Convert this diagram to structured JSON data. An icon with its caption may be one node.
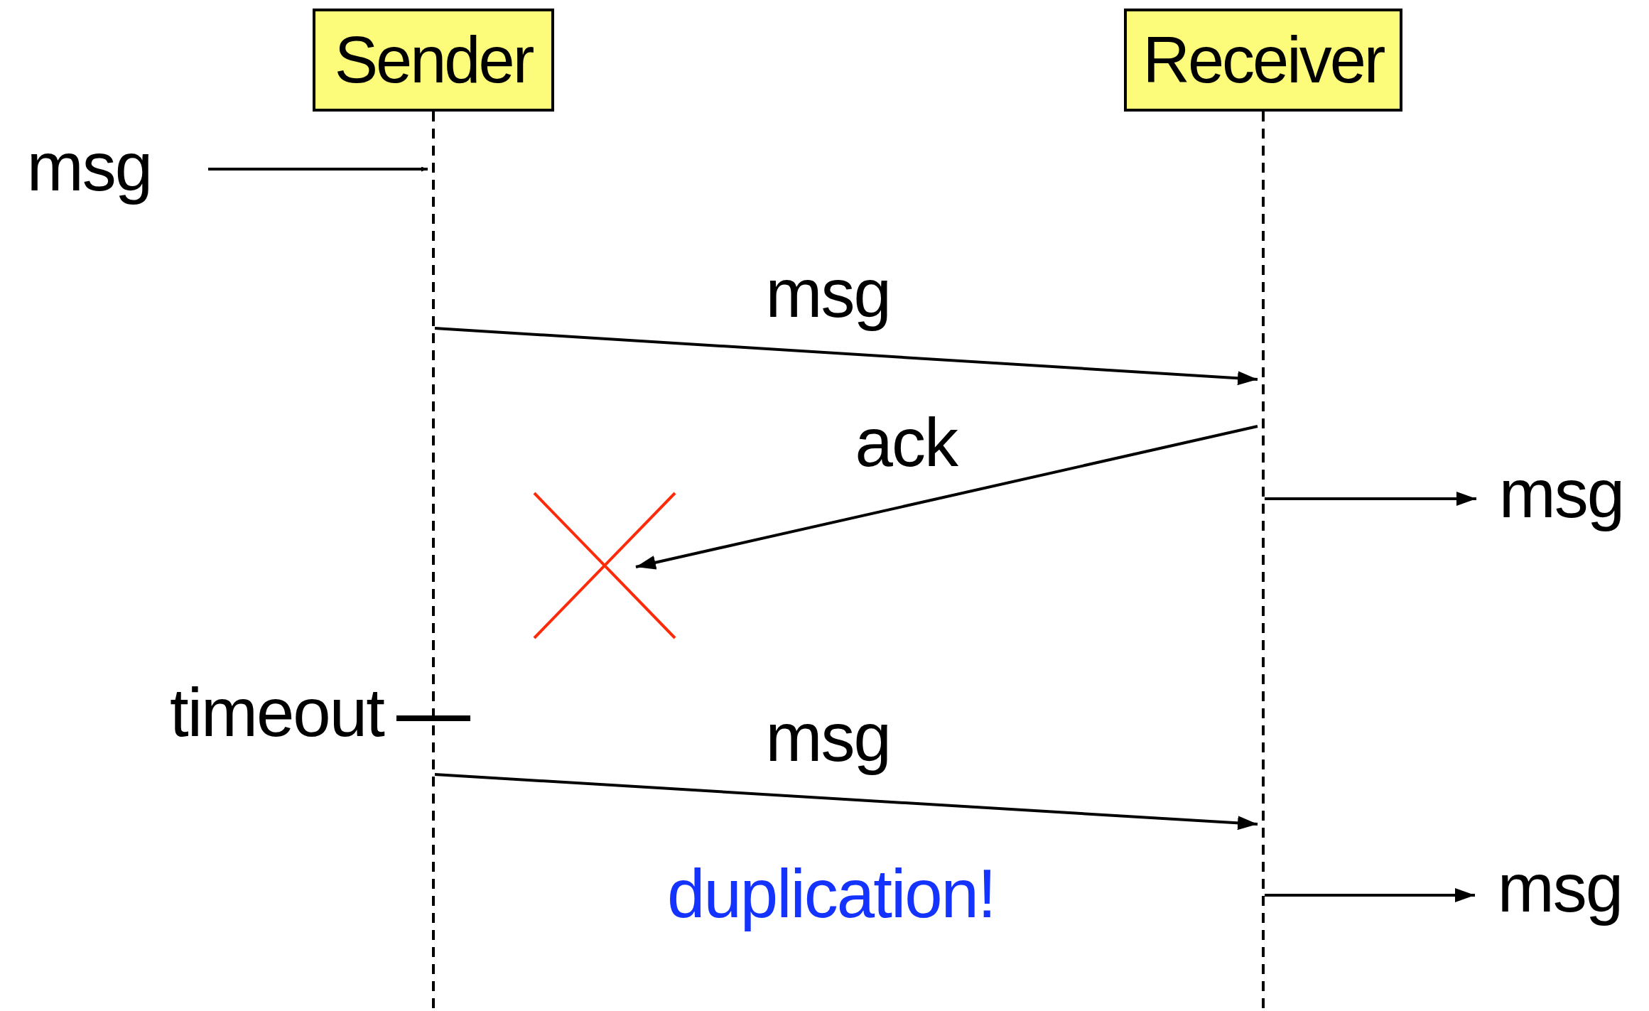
{
  "diagram": {
    "nodes": [
      {
        "text": [
          "Sender"
        ]
      },
      {
        "text": [
          "Receiver"
        ]
      },
      {
        "text": [
          "msg"
        ]
      },
      {
        "text": [
          "msg"
        ]
      },
      {
        "text": [
          "msg"
        ]
      },
      {
        "text": [],
        "shape": "cross"
      }
    ],
    "edges": [
      {
        "from": 2,
        "to": 0,
        "arrow": "to"
      },
      {
        "from": 0,
        "to": 1,
        "label": "msg",
        "arrow": "to"
      },
      {
        "from": 1,
        "to": 5,
        "label": "ack",
        "arrow": "to"
      },
      {
        "from": 1,
        "to": 3,
        "arrow": "to"
      },
      {
        "from": 0,
        "to": 1,
        "label": "msg",
        "arrow": "to"
      },
      {
        "from": 1,
        "to": 4,
        "arrow": "to"
      }
    ],
    "labels": [
      "timeout",
      "duplication!"
    ]
  }
}
